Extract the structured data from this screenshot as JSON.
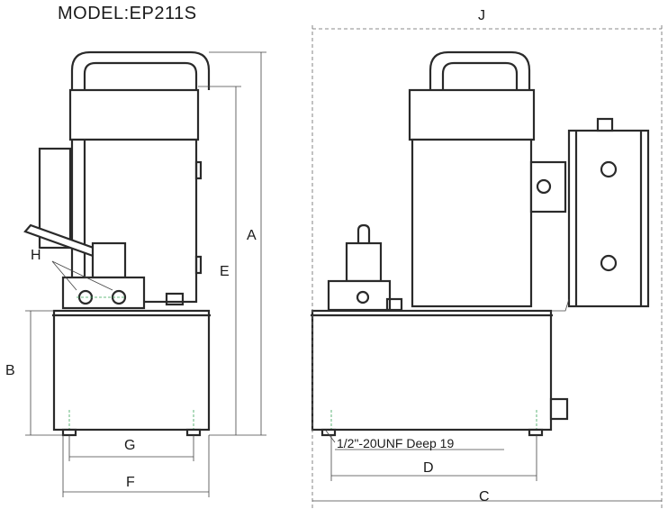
{
  "model_title": "MODEL:EP211S",
  "dimension_labels": {
    "A": "A",
    "B": "B",
    "C": "C",
    "D": "D",
    "E": "E",
    "F": "F",
    "G": "G",
    "H": "H",
    "J": "J"
  },
  "port_note": "1/2\"-20UNF Deep 19"
}
